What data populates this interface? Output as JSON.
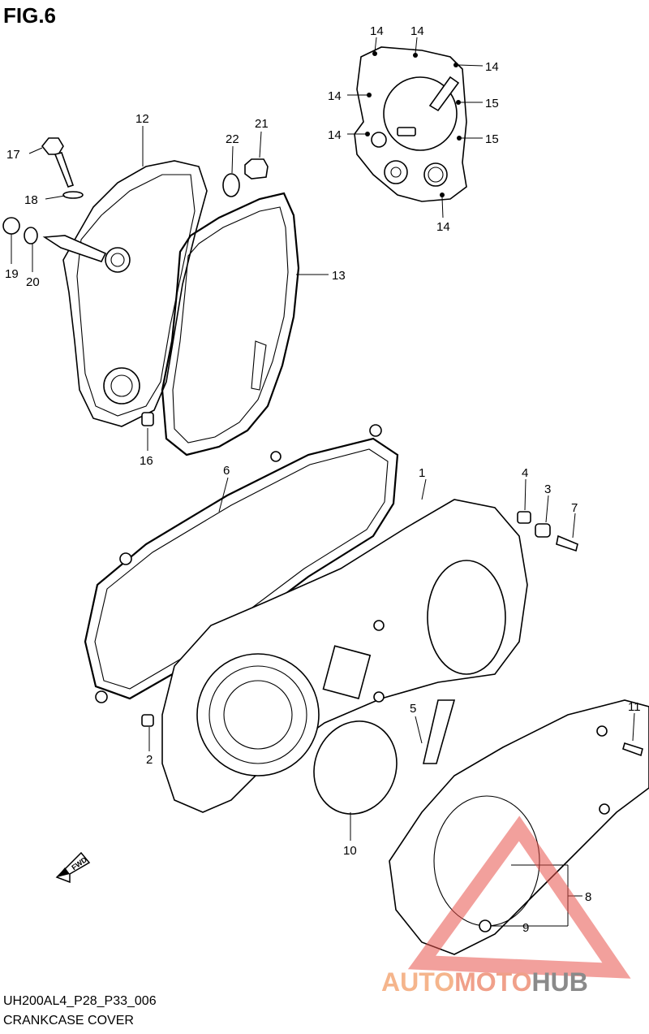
{
  "header": {
    "title": "FIG.6"
  },
  "footer": {
    "code": "UH200AL4_P28_P33_006",
    "name": "CRANKCASE COVER"
  },
  "direction_marker": {
    "label": "FWD",
    "icon": "arrow-left-icon"
  },
  "watermark": {
    "prefix": "AUTO",
    "middle": "MOTO",
    "suffix": "HUB",
    "colors": {
      "auto": "#f5b58c",
      "moto": "#f0a08a",
      "hub": "#8a8a8a",
      "triangle": "#e8524a"
    }
  },
  "callouts": {
    "p1": "1",
    "p2": "2",
    "p3": "3",
    "p4": "4",
    "p5": "5",
    "p6": "6",
    "p7": "7",
    "p8": "8",
    "p9": "9",
    "p10": "10",
    "p11": "11",
    "p12": "12",
    "p13": "13",
    "p14a": "14",
    "p14b": "14",
    "p14c": "14",
    "p14d": "14",
    "p14e": "14",
    "p14f": "14",
    "p15a": "15",
    "p15b": "15",
    "p16": "16",
    "p17": "17",
    "p18": "18",
    "p19": "19",
    "p20": "20",
    "p21": "21",
    "p22": "22"
  }
}
